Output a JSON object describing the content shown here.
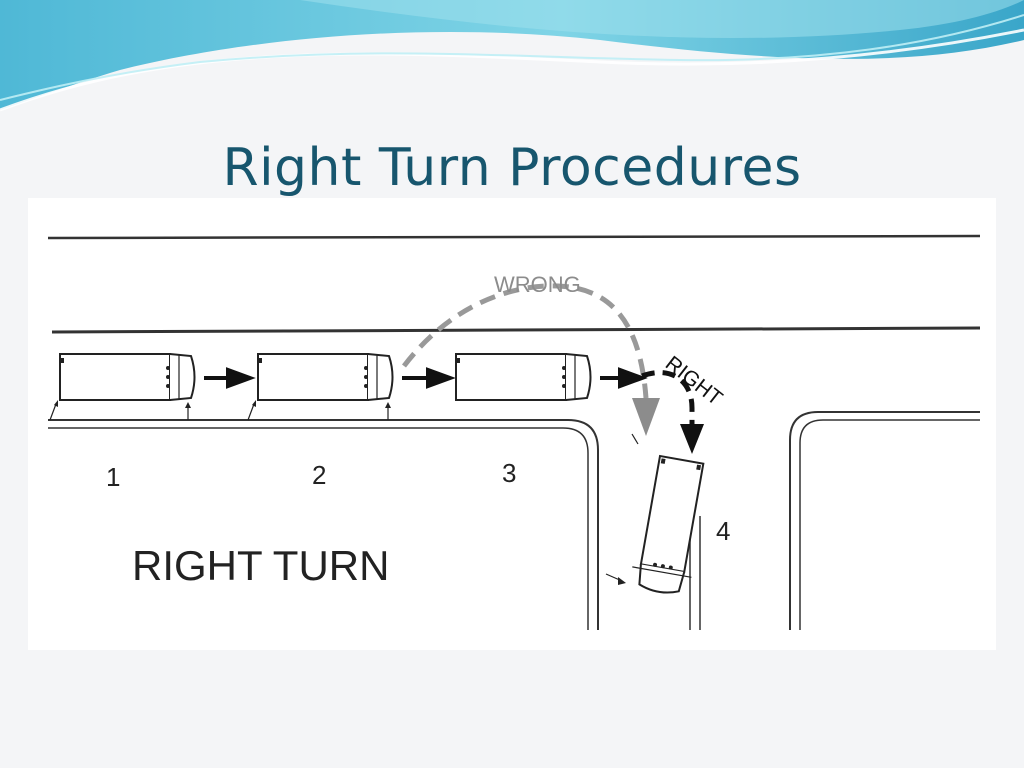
{
  "slide": {
    "title": "Right Turn Procedures"
  },
  "diagram": {
    "caption": "RIGHT TURN",
    "wrong_label": "WRONG",
    "right_label": "RIGHT",
    "positions": [
      "1",
      "2",
      "3",
      "4"
    ]
  },
  "colors": {
    "title": "#17566e",
    "wave_dark": "#3aa6c9",
    "wave_light": "#9fe0ec",
    "line": "#333333",
    "wrong_path": "#999999"
  }
}
